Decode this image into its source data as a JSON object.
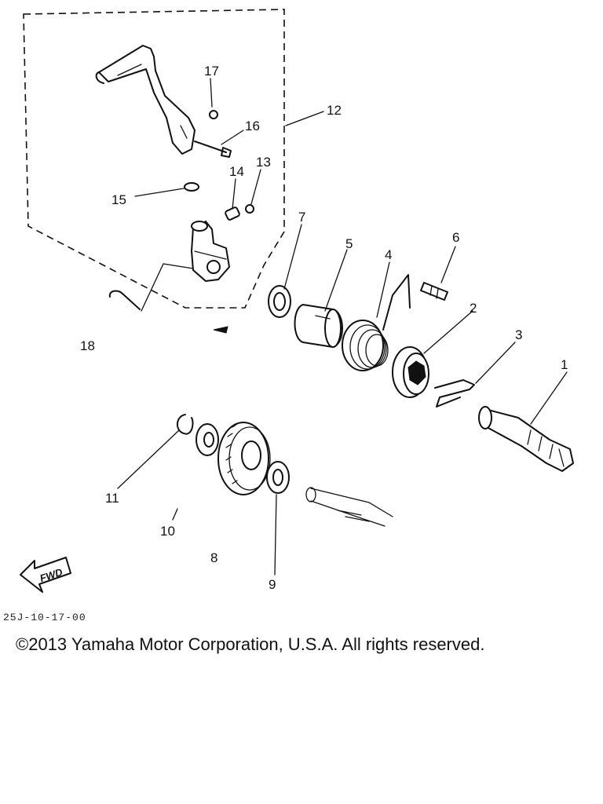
{
  "diagram": {
    "part_labels": {
      "p1": "1",
      "p2": "2",
      "p3": "3",
      "p4": "4",
      "p5": "5",
      "p6": "6",
      "p7": "7",
      "p8": "8",
      "p9": "9",
      "p10": "10",
      "p11": "11",
      "p12": "12",
      "p13": "13",
      "p14": "14",
      "p15": "15",
      "p16": "16",
      "p17": "17",
      "p18": "18"
    },
    "fwd_label": "FWD",
    "drawing_code": "25J-10-17-00"
  },
  "footer": {
    "copyright": "©2013 Yamaha Motor Corporation, U.S.A. All rights reserved."
  }
}
